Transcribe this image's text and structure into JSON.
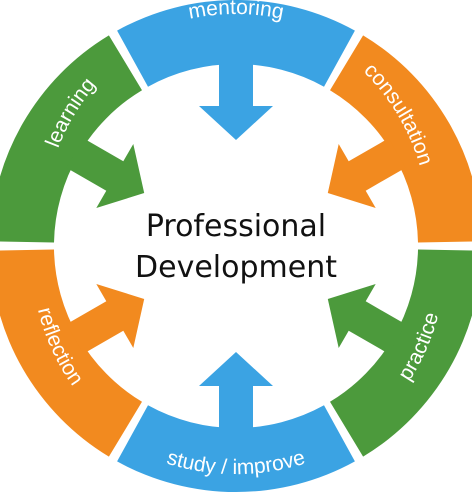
{
  "center": {
    "line1": "Professional",
    "line2": "Development"
  },
  "segments": [
    {
      "id": "mentoring",
      "label": "mentoring",
      "color": "#3BA3E3"
    },
    {
      "id": "consultation",
      "label": "consultation",
      "color": "#F28A1F"
    },
    {
      "id": "practice",
      "label": "practice",
      "color": "#4C9A3C"
    },
    {
      "id": "study-improve",
      "label": "study / improve",
      "color": "#3BA3E3"
    },
    {
      "id": "reflection",
      "label": "reflection",
      "color": "#F28A1F"
    },
    {
      "id": "learning",
      "label": "learning",
      "color": "#4C9A3C"
    }
  ]
}
